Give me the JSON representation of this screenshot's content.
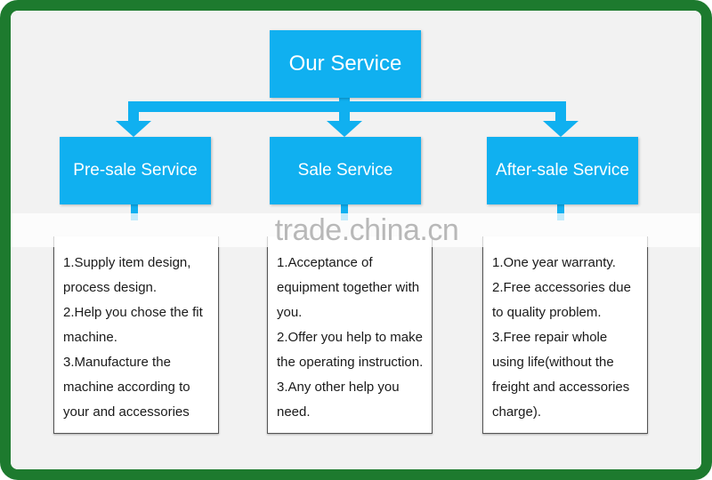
{
  "watermark": "trade.china.cn",
  "root": {
    "label": "Our Service"
  },
  "branches": [
    {
      "label": "Pre-sale Service",
      "lines": [
        "1.Supply item design,",
        "process design.",
        "2.Help you chose the fit",
        "machine.",
        "3.Manufacture the",
        "machine according to",
        "your and accessories"
      ]
    },
    {
      "label": "Sale Service",
      "lines": [
        "1.Acceptance of",
        "equipment together with",
        "you.",
        "2.Offer you help to make",
        "the operating instruction.",
        "3.Any other help you",
        "need."
      ]
    },
    {
      "label": "After-sale Service",
      "lines": [
        "1.One year warranty.",
        "2.Free accessories due",
        "to quality problem.",
        "3.Free repair whole",
        "using life(without the",
        "freight and accessories",
        "charge)."
      ]
    }
  ],
  "colors": {
    "frame": "#1d7a2e",
    "box": "#10b0f0",
    "connector": "#10b0f0"
  }
}
